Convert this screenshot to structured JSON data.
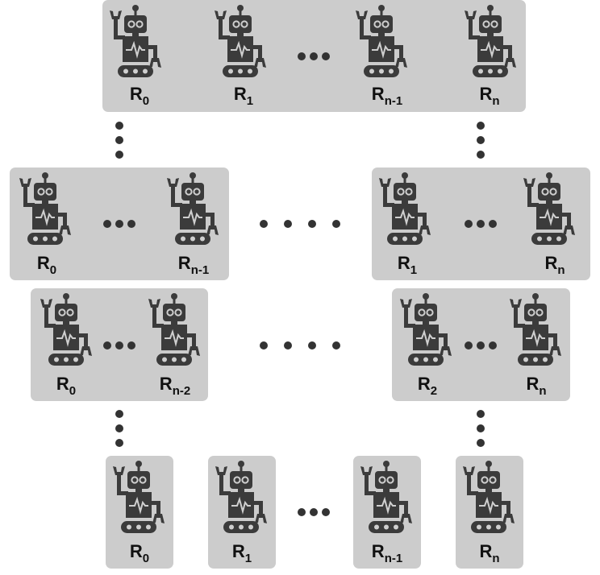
{
  "rows": [
    {
      "id": "top",
      "robots": [
        {
          "base": "R",
          "sub": "0"
        },
        {
          "base": "R",
          "sub": "1"
        },
        {
          "base": "R",
          "sub": "n-1"
        },
        {
          "base": "R",
          "sub": "n"
        }
      ]
    },
    {
      "id": "second-left",
      "robots": [
        {
          "base": "R",
          "sub": "0"
        },
        {
          "base": "R",
          "sub": "n-1"
        }
      ]
    },
    {
      "id": "second-right",
      "robots": [
        {
          "base": "R",
          "sub": "1"
        },
        {
          "base": "R",
          "sub": "n"
        }
      ]
    },
    {
      "id": "third-left",
      "robots": [
        {
          "base": "R",
          "sub": "0"
        },
        {
          "base": "R",
          "sub": "n-2"
        }
      ]
    },
    {
      "id": "third-right",
      "robots": [
        {
          "base": "R",
          "sub": "2"
        },
        {
          "base": "R",
          "sub": "n"
        }
      ]
    },
    {
      "id": "bottom",
      "robots": [
        {
          "base": "R",
          "sub": "0"
        },
        {
          "base": "R",
          "sub": "1"
        },
        {
          "base": "R",
          "sub": "n-1"
        },
        {
          "base": "R",
          "sub": "n"
        }
      ]
    }
  ],
  "colors": {
    "box": "#cccccc",
    "robot": "#3b3b3b",
    "dots": "#333333"
  },
  "icons": {
    "robot": "robot-icon"
  }
}
